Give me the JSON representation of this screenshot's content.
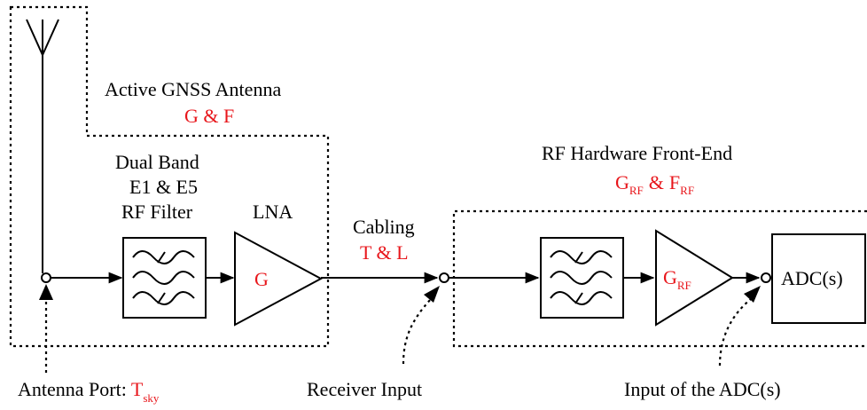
{
  "antenna_block": {
    "title": "Active GNSS Antenna",
    "params": "G & F"
  },
  "filter_label": {
    "line1": "Dual Band",
    "line2": "E1 & E5",
    "line3": "RF Filter"
  },
  "lna": {
    "label": "LNA",
    "gain_symbol": "G"
  },
  "cabling": {
    "label": "Cabling",
    "params": "T & L"
  },
  "frontend_block": {
    "title": "RF Hardware Front-End",
    "g_main": "G",
    "g_sub": "RF",
    "amp": "&",
    "f_main": "F",
    "f_sub": "RF"
  },
  "frontend_amp": {
    "gain_main": "G",
    "gain_sub": "RF"
  },
  "adc": {
    "label": "ADC(s)"
  },
  "bottom_labels": {
    "antenna_port_prefix": "Antenna Port: ",
    "antenna_port_main": "T",
    "antenna_port_sub": "sky",
    "receiver_input": "Receiver Input",
    "adc_input": "Input of the ADC(s)"
  },
  "colors": {
    "accent_red": "#e8161b",
    "line": "#000000"
  }
}
